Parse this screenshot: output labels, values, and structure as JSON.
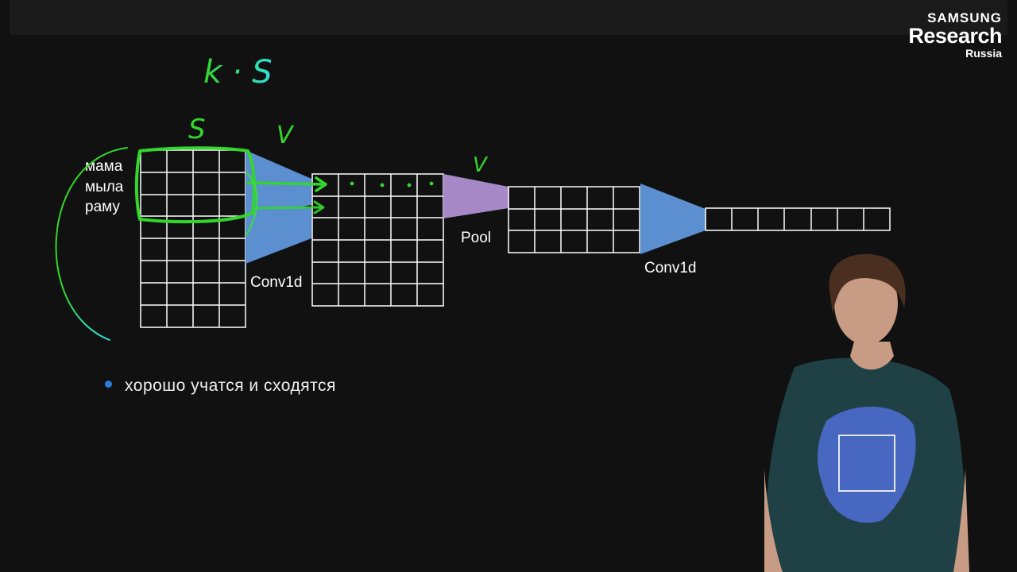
{
  "logo": {
    "brand": "SAMSUNG",
    "product": "Research",
    "region": "Russia"
  },
  "words": [
    "мама",
    "мыла",
    "раму"
  ],
  "labels": {
    "conv1d_first": "Conv1d",
    "pool": "Pool",
    "conv1d_second": "Conv1d"
  },
  "handwriting": {
    "k_times_s": "k · S",
    "s": "S",
    "v_first": "V",
    "v_second": "V"
  },
  "bullets": [
    "хорошо учатся и сходятся"
  ],
  "colors": {
    "background": "#111111",
    "grid_lines": "#ffffff",
    "conv_trapezoid": "#5b8fd0",
    "pool_trapezoid": "#a688c6",
    "annotation_green": "#33d62c",
    "annotation_cyan": "#2ee0d8",
    "bullet_dot": "#2a7de1"
  }
}
